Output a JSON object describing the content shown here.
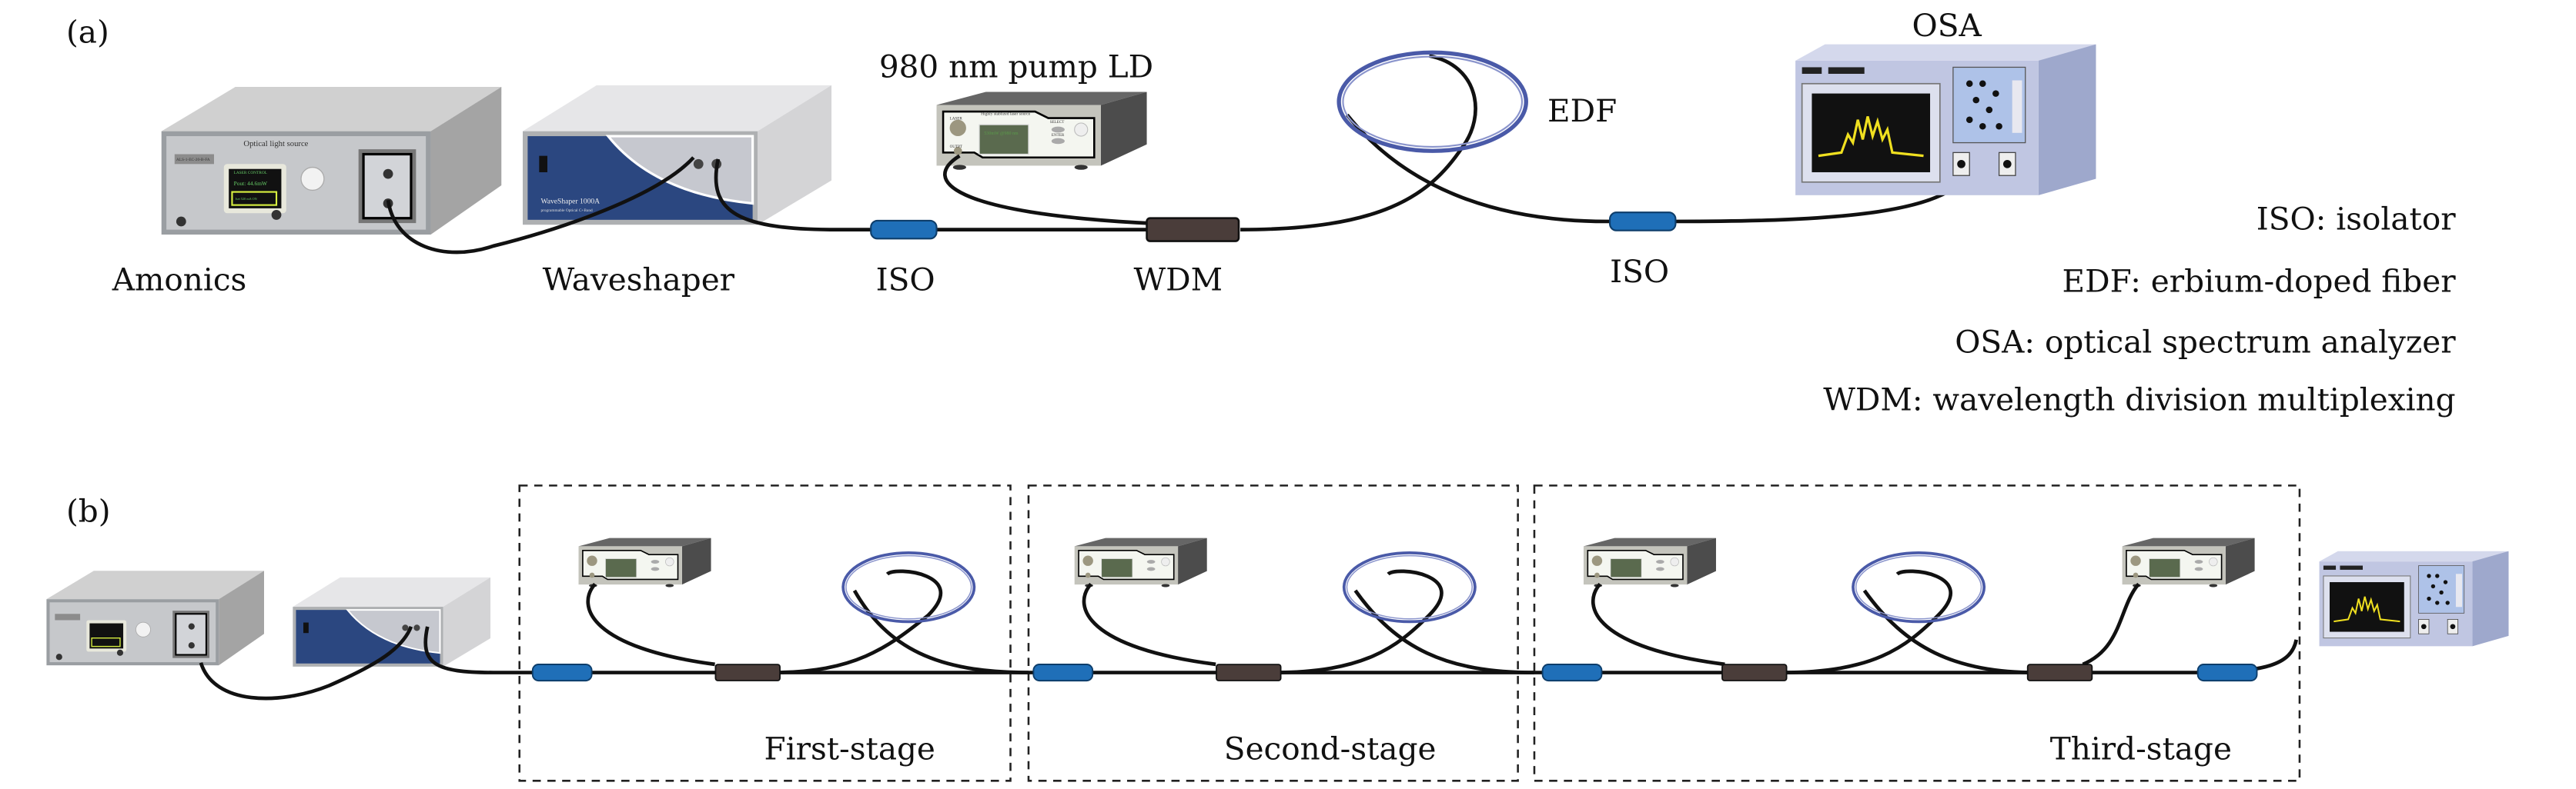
{
  "panel_a": {
    "tag": "(a)",
    "labels": {
      "source": "Amonics",
      "shaper": "Waveshaper",
      "iso1": "ISO",
      "pump": "980 nm pump LD",
      "wdm": "WDM",
      "edf": "EDF",
      "iso2": "ISO",
      "osa": "OSA"
    },
    "device_text": {
      "source_title": "Optical light source",
      "source_model": "ALS-1-EC-20-B-FA",
      "source_screen_1": "LASER CONTROL",
      "source_screen_2": "Pout: 44.6mW",
      "source_screen_3": "Iset   520 mA  ON",
      "shaper_model": "WaveShaper 1000A",
      "shaper_sub": "programmable Optical C+Band",
      "pump_title": "Highly stablized laser source",
      "pump_laser": "LASER",
      "pump_output": "OUTPT",
      "pump_screen": "530mW @980 nm",
      "pump_select": "SELECT",
      "pump_enter": "ENTER"
    },
    "legend": [
      "ISO: isolator",
      "EDF: erbium-doped fiber",
      "OSA: optical spectrum analyzer",
      "WDM: wavelength division multiplexing"
    ]
  },
  "panel_b": {
    "tag": "(b)",
    "stages": [
      "First-stage",
      "Second-stage",
      "Third-stage"
    ]
  },
  "colors": {
    "iso_blue": "#1f6fb8",
    "waveshaper_blue": "#2b4780",
    "edf_coil": "#4a5aa8",
    "osa_body": "#b8c0dc",
    "osa_trace": "#f0e020",
    "source_screen_border": "#d8f040"
  }
}
